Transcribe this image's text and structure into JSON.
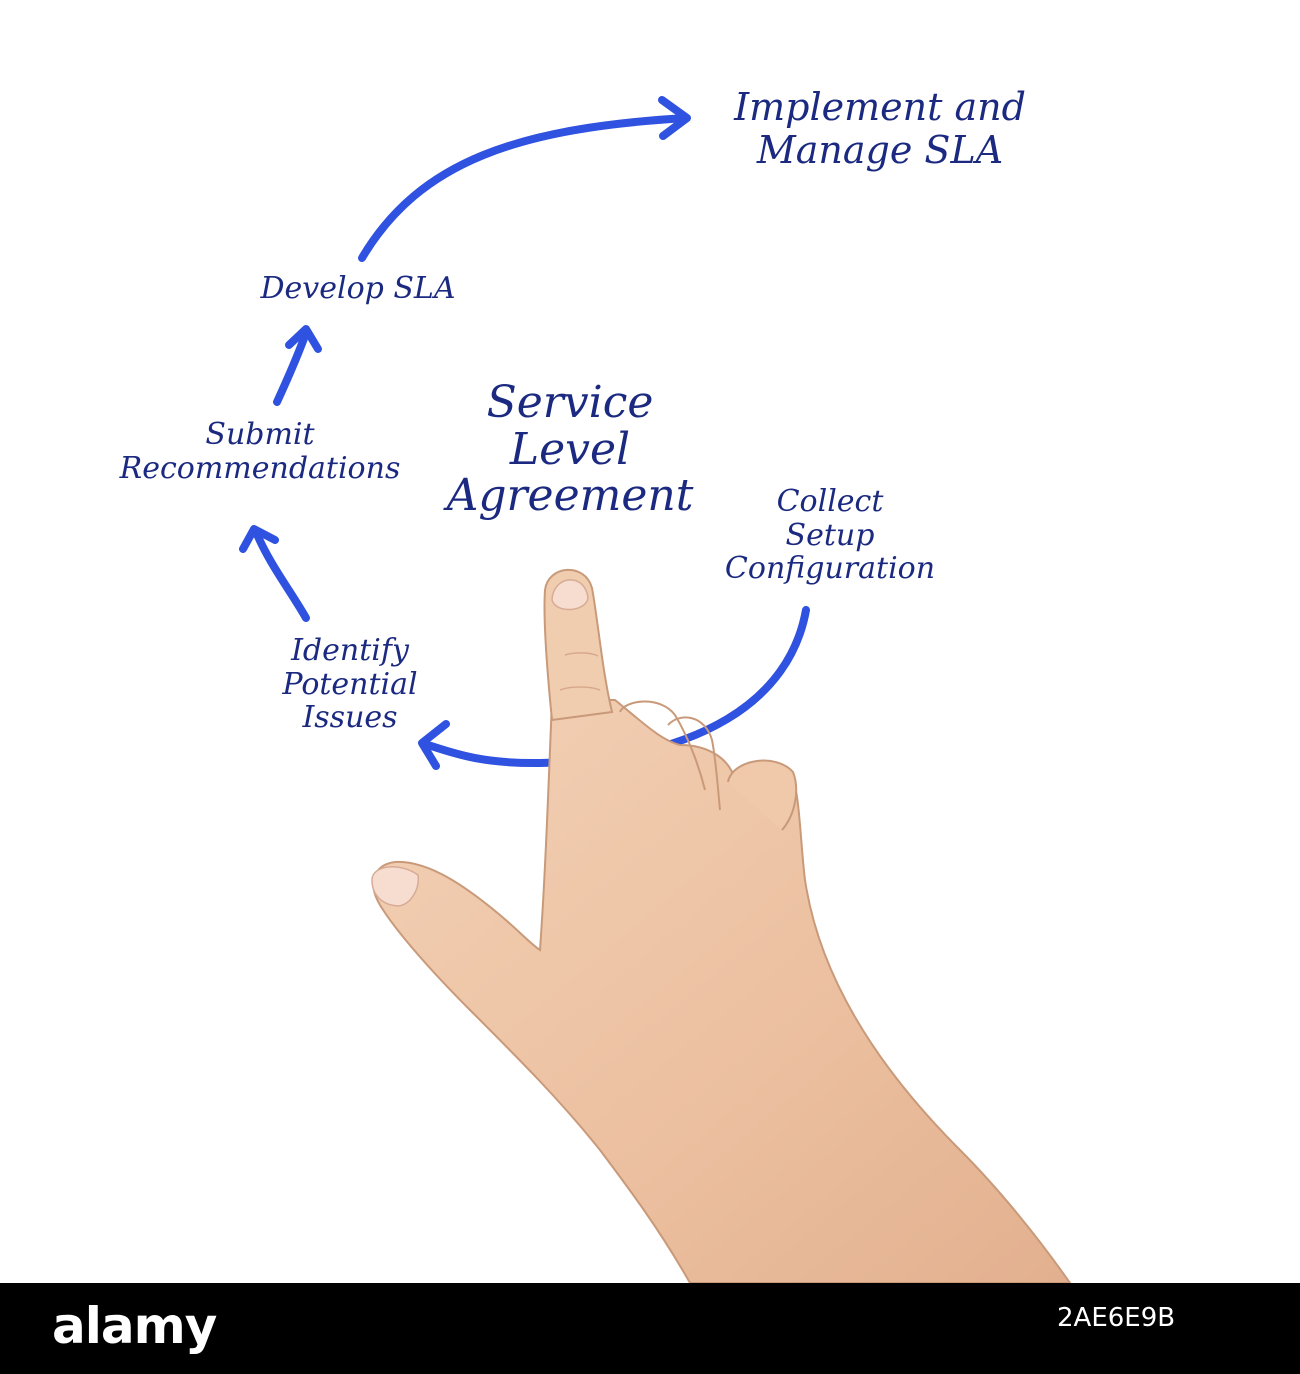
{
  "diagram": {
    "title": "Service Level Agreement",
    "title_lines": [
      "Service",
      "Level",
      "Agreement"
    ],
    "steps": [
      {
        "id": "collect",
        "lines": [
          "Collect",
          "Setup",
          "Configuration"
        ]
      },
      {
        "id": "identify",
        "lines": [
          "Identify",
          "Potential",
          "Issues"
        ]
      },
      {
        "id": "submit",
        "lines": [
          "Submit",
          "Recommendations"
        ]
      },
      {
        "id": "develop",
        "lines": [
          "Develop SLA"
        ]
      },
      {
        "id": "implement",
        "lines": [
          "Implement and",
          "Manage SLA"
        ]
      }
    ],
    "flow": [
      "collect",
      "identify",
      "submit",
      "develop",
      "implement"
    ],
    "colors": {
      "arrow": "#2f52e0",
      "text": "#1b2a80",
      "skin": "#eec4a4"
    }
  },
  "footer": {
    "watermark": "alamy",
    "image_code": "2AE6E9B"
  }
}
